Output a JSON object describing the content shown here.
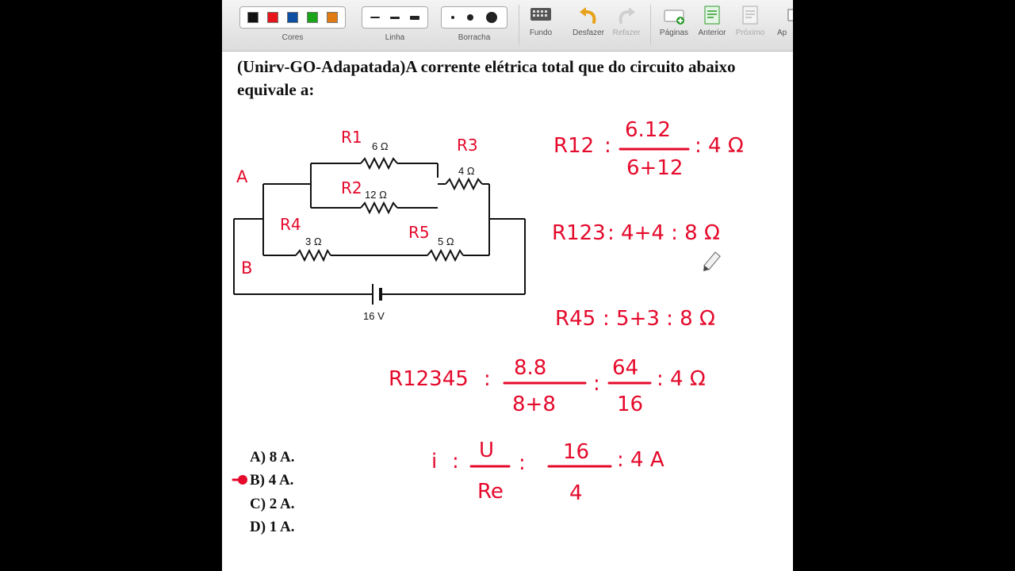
{
  "toolbar": {
    "colors_label": "Cores",
    "line_label": "Linha",
    "eraser_label": "Borracha",
    "background_label": "Fundo",
    "undo_label": "Desfazer",
    "redo_label": "Refazer",
    "pages_label": "Páginas",
    "previous_label": "Anterior",
    "next_label": "Próximo",
    "cut_label": "Ap",
    "colors": [
      "#111111",
      "#e8141c",
      "#0c4fa3",
      "#1aa51a",
      "#e07b12"
    ]
  },
  "question": {
    "text": "(Unirv-GO-Adapatada)A corrente elétrica total que  do circuito abaixo equivale a:"
  },
  "circuit": {
    "r1_value": "6 Ω",
    "r2_value": "12 Ω",
    "r3_value": "4 Ω",
    "r4_value": "3 Ω",
    "r5_value": "5 Ω",
    "battery_value": "16 V"
  },
  "handwriting": {
    "node_a": "A",
    "node_b": "B",
    "r1": "R1",
    "r2": "R2",
    "r3": "R3",
    "r4": "R4",
    "r5": "R5",
    "r12_label": "R12",
    "r12_num": "6.12",
    "r12_den": "6+12",
    "r12_result": ": 4 Ω",
    "r123_label": "R123",
    "r123_expr": ": 4+4 : 8 Ω",
    "r45_label": "R45",
    "r45_expr": ": 5+3 : 8 Ω",
    "r12345_label": "R12345",
    "r12345_num": "8.8",
    "r12345_den": "8+8",
    "r12345_num2": "64",
    "r12345_den2": "16",
    "r12345_result": ": 4 Ω",
    "i_label": "i",
    "i_num": "U",
    "i_den": "Re",
    "i_num2": "16",
    "i_den2": "4",
    "i_result": ": 4 A",
    "colon": ":"
  },
  "options": [
    {
      "label": "A) 8 A."
    },
    {
      "label": "B) 4 A."
    },
    {
      "label": "C) 2 A."
    },
    {
      "label": "D) 1 A."
    }
  ],
  "ink_color": "#e5092b"
}
